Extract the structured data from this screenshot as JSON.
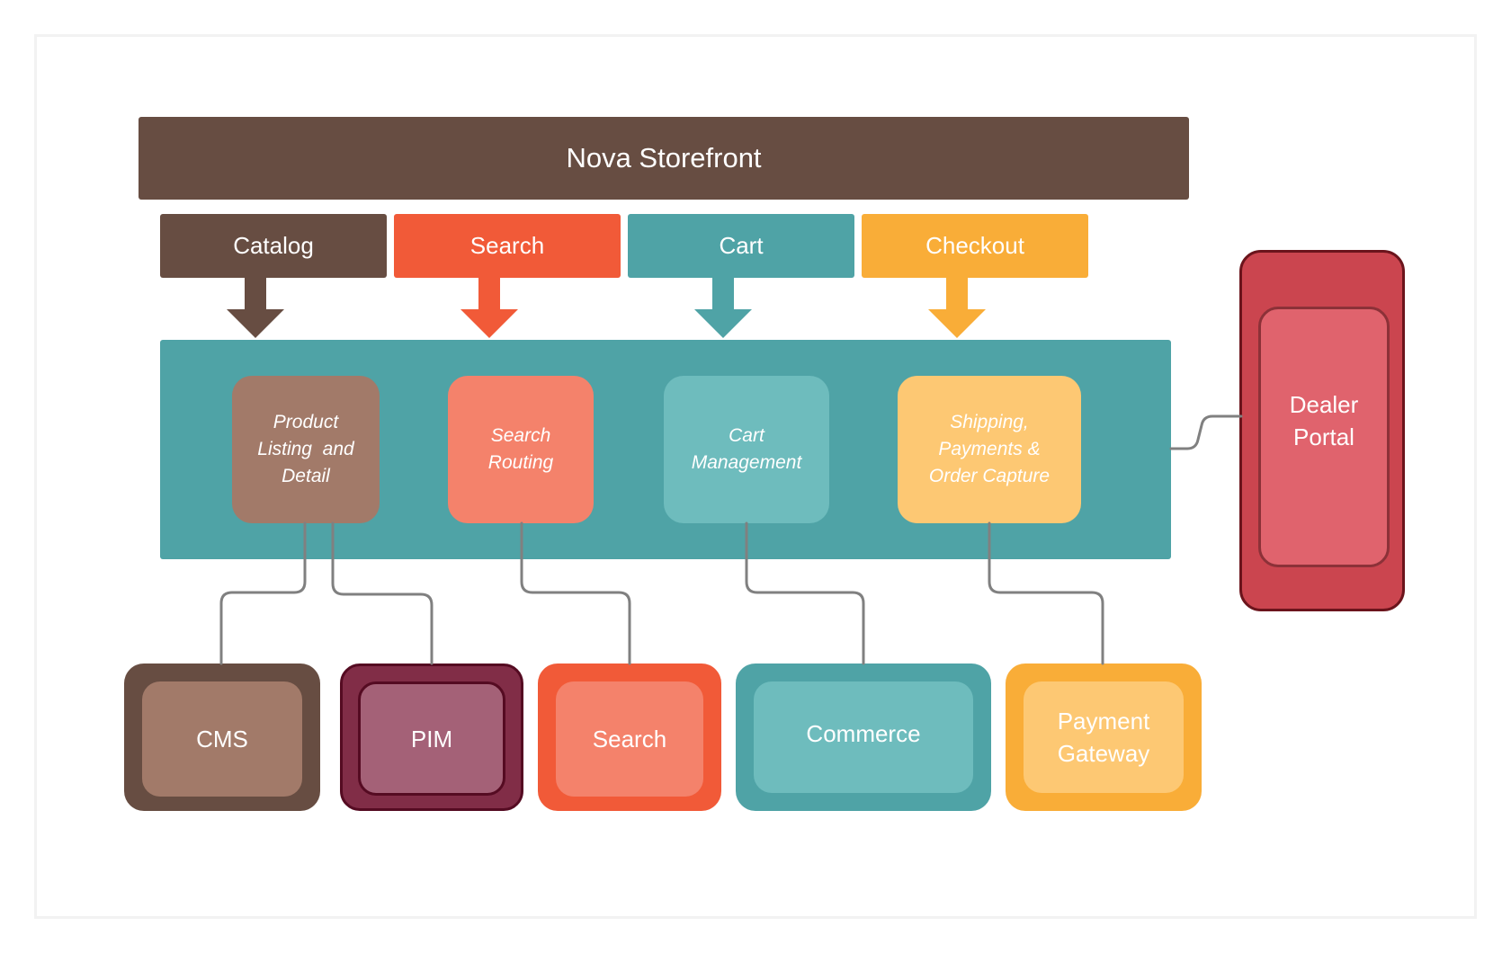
{
  "diagram": {
    "title": "Nova Storefront",
    "colors": {
      "header": "#674d42",
      "panel": "#4fa3a6",
      "connector": "#808080"
    },
    "channels": [
      {
        "label": "Catalog",
        "color": "#674d42"
      },
      {
        "label": "Search",
        "color": "#f15a38"
      },
      {
        "label": "Cart",
        "color": "#4fa3a6"
      },
      {
        "label": "Checkout",
        "color": "#f9ad38"
      }
    ],
    "modules": [
      {
        "lines": [
          "Product",
          "Listing  and",
          "Detail"
        ],
        "color": "#a27a69"
      },
      {
        "lines": [
          "Search",
          "Routing"
        ],
        "color": "#f4826b"
      },
      {
        "lines": [
          "Cart",
          "Management"
        ],
        "color": "#6ebcbd"
      },
      {
        "lines": [
          "Shipping,",
          "Payments &",
          "Order Capture"
        ],
        "color": "#fdc873"
      }
    ],
    "systems": [
      {
        "label": "CMS",
        "outer": "#674d42",
        "inner": "#a27a69"
      },
      {
        "label": "PIM",
        "outer": "#812d47",
        "inner": "#a46177",
        "border": "#550b22"
      },
      {
        "label": "Search",
        "outer": "#f15a38",
        "inner": "#f4826b"
      },
      {
        "label": "Commerce",
        "outer": "#4fa3a6",
        "inner": "#6ebcbd"
      },
      {
        "label": "Payment Gateway",
        "lines": [
          "Payment",
          "Gateway"
        ],
        "outer": "#f9ad38",
        "inner": "#fdc873"
      }
    ],
    "dealer_portal": {
      "lines": [
        "Dealer",
        "Portal"
      ],
      "outer": "#cb454f",
      "inner": "#e0636d"
    },
    "connections": [
      {
        "from": "Product Listing and Detail",
        "to": "CMS"
      },
      {
        "from": "Product Listing and Detail",
        "to": "PIM"
      },
      {
        "from": "Search Routing",
        "to": "Search"
      },
      {
        "from": "Cart Management",
        "to": "Commerce"
      },
      {
        "from": "Shipping, Payments & Order Capture",
        "to": "Payment Gateway"
      },
      {
        "from": "Storefront panel",
        "to": "Dealer Portal"
      }
    ]
  }
}
